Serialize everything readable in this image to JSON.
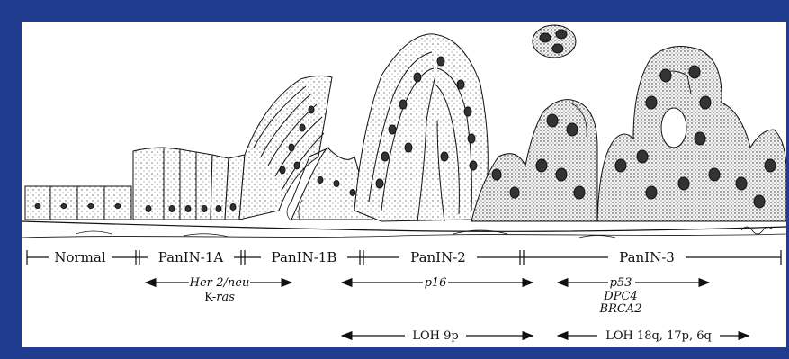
{
  "stages": [
    {
      "label": "Normal"
    },
    {
      "label": "PanIN-1A"
    },
    {
      "label": "PanIN-1B"
    },
    {
      "label": "PanIN-2"
    },
    {
      "label": "PanIN-3"
    }
  ],
  "genes": {
    "her2": "Her-2/neu",
    "kras_prefix": "K-",
    "kras_italic": "ras",
    "p16": "p16",
    "p53": "p53",
    "dpc4": "DPC4",
    "brca2": "BRCA2"
  },
  "loh": {
    "loh9p": "LOH 9p",
    "loh18": "LOH 18q, 17p, 6q"
  },
  "colors": {
    "border": "#1f3c8f",
    "ink": "#111111",
    "background": "#ffffff"
  }
}
